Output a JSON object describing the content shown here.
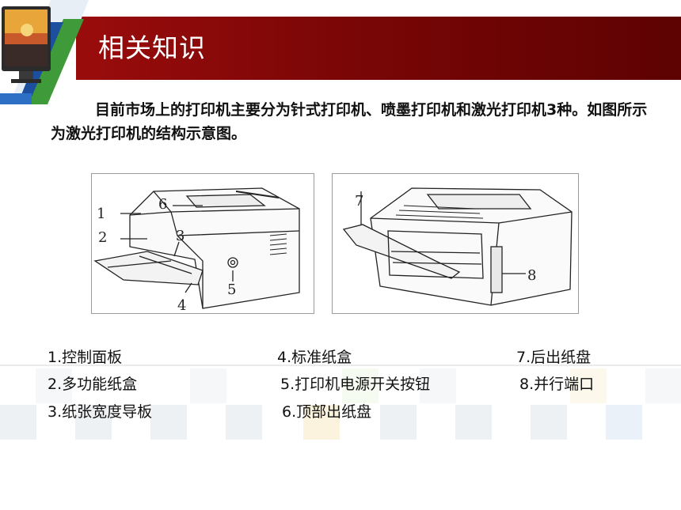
{
  "header": {
    "title": "相关知识"
  },
  "intro": {
    "text": "目前市场上的打印机主要分为针式打印机、喷墨打印机和激光打印机3种。如图所示为激光打印机的结构示意图。"
  },
  "figures": {
    "front_labels": [
      "1",
      "2",
      "3",
      "4",
      "5",
      "6"
    ],
    "back_labels": [
      "7",
      "8"
    ]
  },
  "captions": [
    "1.控制面板",
    "4.标准纸盒",
    "7.后出纸盘",
    "2.多功能纸盒",
    "5.打印机电源开关按钮",
    "8.并行端口",
    "3.纸张宽度导板",
    "6.顶部出纸盘"
  ]
}
